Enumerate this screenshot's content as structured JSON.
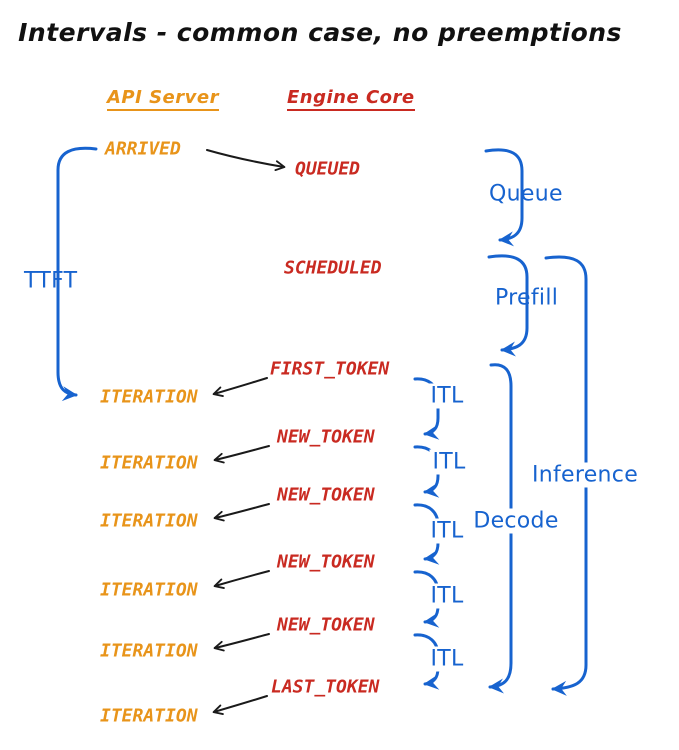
{
  "title": "Intervals - common case, no preemptions",
  "columns": {
    "api_server": "API Server",
    "engine_core": "Engine Core"
  },
  "api_events": [
    "ARRIVED",
    "ITERATION",
    "ITERATION",
    "ITERATION",
    "ITERATION",
    "ITERATION",
    "ITERATION"
  ],
  "engine_events": [
    "QUEUED",
    "SCHEDULED",
    "FIRST_TOKEN",
    "NEW_TOKEN",
    "NEW_TOKEN",
    "NEW_TOKEN",
    "NEW_TOKEN",
    "LAST_TOKEN"
  ],
  "intervals": {
    "ttft": "TTFT",
    "queue": "Queue",
    "prefill": "Prefill",
    "decode": "Decode",
    "inference": "Inference",
    "itl": [
      "ITL",
      "ITL",
      "ITL",
      "ITL",
      "ITL"
    ]
  },
  "colors": {
    "api": "#E8941A",
    "engine": "#C92A21",
    "interval": "#1763CF",
    "arrow": "#1A1A1A",
    "background": "#FFFFFF"
  }
}
